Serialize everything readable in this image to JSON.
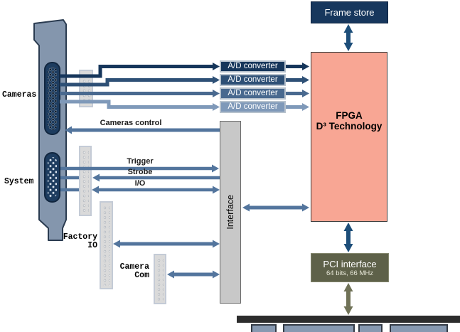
{
  "blocks": {
    "frame_store": {
      "label": "Frame store",
      "color": "#17375d"
    },
    "ad_converters": [
      {
        "label": "A/D converter",
        "color": "#16365b"
      },
      {
        "label": "A/D converter",
        "color": "#2e5076"
      },
      {
        "label": "A/D converter",
        "color": "#49698f"
      },
      {
        "label": "A/D converter",
        "color": "#7f99b9"
      }
    ],
    "fpga": {
      "line1": "FPGA",
      "line2": "D³ Technology",
      "color": "#f8a694"
    },
    "interface": {
      "label": "Interface",
      "color": "#c8c8c8"
    },
    "pci": {
      "line1": "PCI interface",
      "line2": "64 bits, 66 MHz",
      "color": "#5e6149"
    }
  },
  "connector_labels": {
    "cameras": "Cameras",
    "system": "System",
    "factory_io": [
      "Factory",
      "IO"
    ],
    "camera_com": [
      "Camera",
      "Com"
    ]
  },
  "signal_labels": {
    "cameras_control": "Cameras control",
    "trigger": "Trigger",
    "strobe": "Strobe",
    "io": "I/O"
  },
  "colors": {
    "arrow_steel": "#53759d",
    "arrow_navy": "#1d4e79",
    "arrow_olive": "#707257",
    "bracket": "#8496ad",
    "connector": "#1d3c5f",
    "pin_strip": "#dadada",
    "bus_bar": "#2d2d2d",
    "slot": "#8799b1"
  }
}
